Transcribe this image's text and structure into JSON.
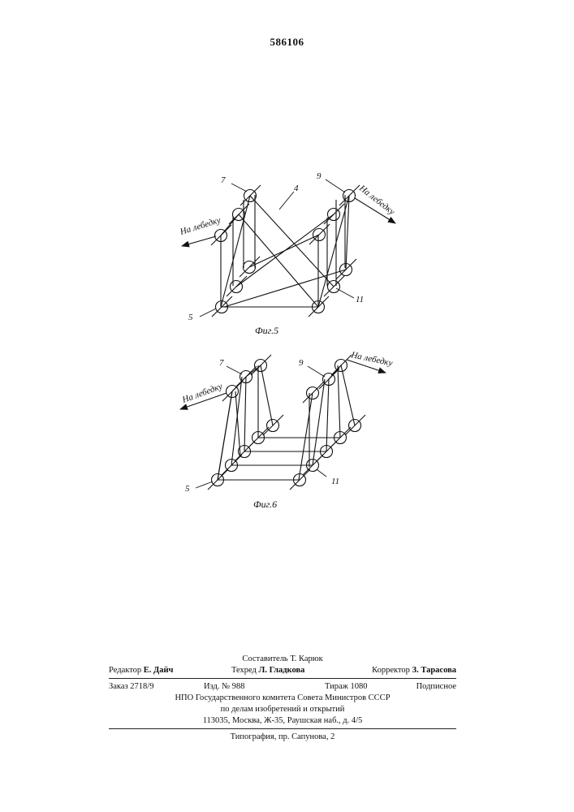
{
  "header": {
    "patent_number": "586106"
  },
  "figures": [
    {
      "caption": "Фиг.5",
      "labels": {
        "n7": "7",
        "n9": "9",
        "n4": "4",
        "n5": "5",
        "n11": "11"
      },
      "arrow_left": "На лебедку",
      "arrow_right": "На лебедку"
    },
    {
      "caption": "Фиг.6",
      "labels": {
        "n7": "7",
        "n9": "9",
        "n5": "5",
        "n11": "11"
      },
      "arrow_left": "На лебедку",
      "arrow_right": "На лебедку"
    }
  ],
  "imprint": {
    "compiler": "Составитель Т. Карюк",
    "editor_role": "Редактор",
    "editor_name": "Е. Дайч",
    "techred_role": "Техред",
    "techred_name": "Л. Гладкова",
    "corrector_role": "Корректор",
    "corrector_name": "З. Тарасова",
    "order": "Заказ 2718/9",
    "edition": "Изд. № 988",
    "circulation": "Тираж 1080",
    "subscription": "Подписное",
    "org_line1": "НПО Государственного комитета Совета Министров СССР",
    "org_line2": "по делам изобретений и открытий",
    "org_address": "113035, Москва, Ж-35, Раушская наб., д. 4/5",
    "printer": "Типография, пр. Сапунова, 2"
  }
}
